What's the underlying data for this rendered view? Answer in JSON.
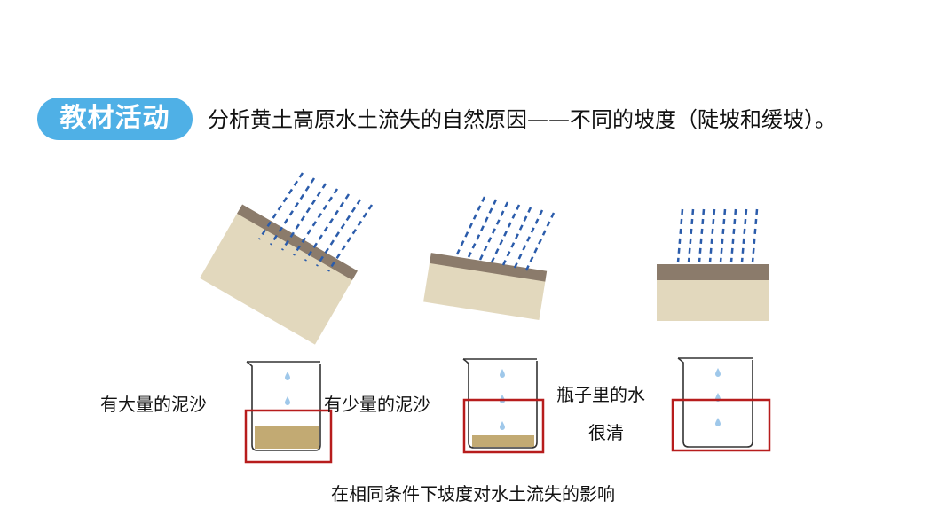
{
  "header": {
    "badge": "教材活动",
    "title": "分析黄土高原水土流失的自然原因——不同的坡度（陡坡和缓坡）。"
  },
  "experiments": [
    {
      "slope": "steep",
      "result": "有大量的泥沙"
    },
    {
      "slope": "gentle",
      "result": "有少量的泥沙"
    },
    {
      "slope": "flat",
      "result_line1": "瓶子里的水",
      "result_line2": "很清"
    }
  ],
  "caption": "在相同条件下坡度对水土流失的影响",
  "colors": {
    "badge": "#4fb0e6",
    "topsoil": "#8b7b6b",
    "soil": "#e2d8bd",
    "rain": "#2b5cab",
    "sediment": "#c2aa73",
    "highlight": "#b71c1c"
  }
}
